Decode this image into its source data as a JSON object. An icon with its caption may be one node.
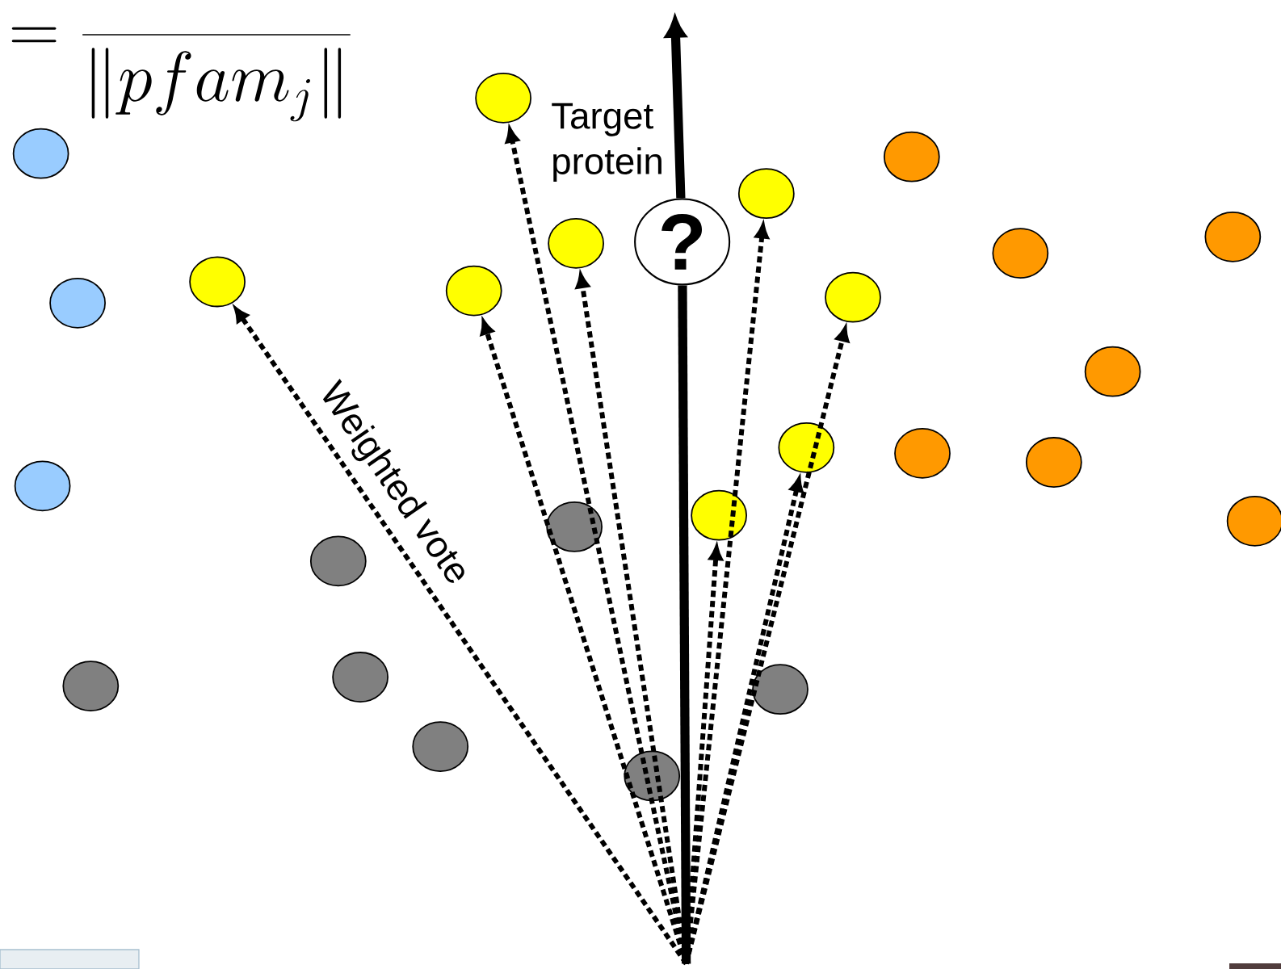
{
  "diagram": {
    "nodes": [
      {
        "text": [],
        "shape": "circle"
      },
      {
        "text": [],
        "shape": "circle"
      },
      {
        "text": [],
        "shape": "circle"
      },
      {
        "text": [],
        "shape": "circle"
      },
      {
        "text": [],
        "shape": "circle"
      },
      {
        "text": [
          "?"
        ],
        "beside": [
          "Target protein"
        ]
      },
      {
        "text": [],
        "shape": "circle"
      },
      {
        "text": [],
        "shape": "circle"
      },
      {
        "text": [],
        "shape": "circle"
      },
      {
        "text": [],
        "shape": "circle"
      },
      {
        "text": [],
        "shape": "circle"
      },
      {
        "text": [],
        "shape": "circle"
      },
      {
        "text": [],
        "shape": "circle"
      },
      {
        "text": [],
        "shape": "circle"
      },
      {
        "text": [],
        "shape": "circle"
      },
      {
        "text": [],
        "shape": "circle"
      },
      {
        "text": [],
        "shape": "circle"
      },
      {
        "text": [],
        "shape": "circle"
      },
      {
        "text": [],
        "shape": "circle"
      },
      {
        "text": [],
        "shape": "circle"
      },
      {
        "text": [],
        "shape": "circle"
      },
      {
        "text": [],
        "shape": "circle"
      },
      {
        "text": [],
        "shape": "circle"
      },
      {
        "text": [],
        "shape": "circle"
      },
      {
        "text": [],
        "shape": "circle"
      },
      {
        "text": [],
        "shape": "circle"
      }
    ],
    "edges": [
      {
        "from": null,
        "to": 8,
        "arrow": "to",
        "label": "Weighted vote",
        "style": "dashed"
      },
      {
        "from": null,
        "to": 9,
        "arrow": "to",
        "style": "dashed"
      },
      {
        "from": null,
        "to": 0,
        "arrow": "to",
        "style": "dashed"
      },
      {
        "from": null,
        "to": 6,
        "arrow": "to",
        "style": "dashed"
      },
      {
        "from": null,
        "to": 5,
        "arrow": "none",
        "style": "thick"
      },
      {
        "from": 5,
        "to": null,
        "arrow": "to",
        "style": "thick"
      },
      {
        "from": null,
        "to": 17,
        "arrow": "to",
        "style": "dashed"
      },
      {
        "from": null,
        "to": 3,
        "arrow": "to",
        "style": "dashed"
      },
      {
        "from": null,
        "to": 13,
        "arrow": "to",
        "style": "dashed"
      },
      {
        "from": null,
        "to": 10,
        "arrow": "to",
        "style": "dashed"
      }
    ],
    "labels": [
      "= \\frac{}{\\| pfam_{j} \\|}"
    ]
  }
}
